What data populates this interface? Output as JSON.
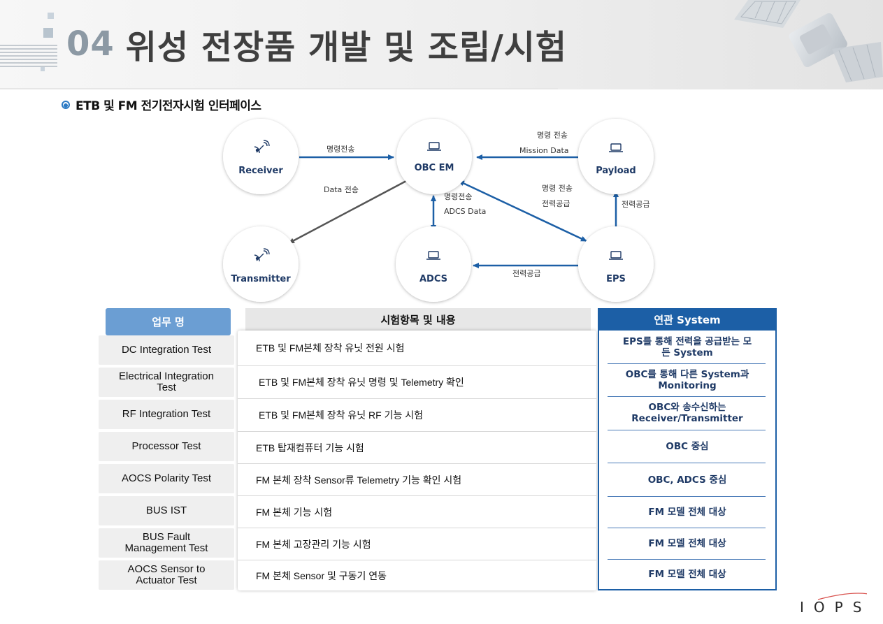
{
  "header": {
    "number": "04",
    "title": "위성 전장품 개발 및 조립/시험"
  },
  "section": {
    "heading": "ETB 및 FM 전기전자시험 인터페이스"
  },
  "diagram": {
    "nodes": {
      "receiver": "Receiver",
      "obc": "OBC EM",
      "payload": "Payload",
      "transmitter": "Transmitter",
      "adcs": "ADCS",
      "eps": "EPS"
    },
    "edge_labels": {
      "receiver_obc": "명령전송",
      "payload_obc_1": "명령 전송",
      "payload_obc_2": "Mission Data",
      "obc_transmitter": "Data 전송",
      "obc_adcs_1": "명령전송",
      "obc_adcs_2": "ADCS Data",
      "obc_eps_1": "명령 전송",
      "obc_eps_2": "전력공급",
      "eps_payload": "전력공급",
      "eps_adcs": "전력공급"
    },
    "colors": {
      "node_fill": "#ffffff",
      "node_label": "#1f3a66",
      "arrow_blue": "#1c5fa6",
      "arrow_gray": "#555555"
    }
  },
  "table": {
    "headers": {
      "task": "업무 명",
      "content": "시험항목 및 내용",
      "system": "연관 System"
    },
    "rows": [
      {
        "task": "DC Integration Test",
        "content": "ETB 및 FM본체 장착 유닛 전원 시험",
        "system": "EPS를 통해 전력을 공급받는 모든 System"
      },
      {
        "task": "Electrical Integration Test",
        "content": "ETB 및 FM본체 장착 유닛 명령 및 Telemetry 확인",
        "system": "OBC를 통해 다른 System과 Monitoring"
      },
      {
        "task": "RF Integration Test",
        "content": "ETB 및 FM본체 장착 유닛 RF 기능 시험",
        "system": "OBC와 송수신하는 Receiver/Transmitter"
      },
      {
        "task": "Processor Test",
        "content": "ETB 탑재컴퓨터 기능 시험",
        "system": "OBC 중심"
      },
      {
        "task": "AOCS Polarity Test",
        "content": "FM 본체 장착 Sensor류 Telemetry 기능 확인 시험",
        "system": "OBC, ADCS 중심"
      },
      {
        "task": "BUS IST",
        "content": "FM 본체 기능 시험",
        "system": "FM 모델 전체 대상"
      },
      {
        "task": "BUS Fault Management Test",
        "content": "FM 본체 고장관리 기능 시험",
        "system": "FM 모델 전체 대상"
      },
      {
        "task": "AOCS Sensor to Actuator Test",
        "content": "FM 본체 Sensor 및 구동기 연동",
        "system": "FM 모델 전체 대상"
      }
    ],
    "colors": {
      "task_header_bg": "#6b9ed3",
      "system_header_bg": "#1c5fa6",
      "content_header_bg": "#e7e7e7"
    }
  },
  "logo": {
    "text": "IOPS"
  }
}
